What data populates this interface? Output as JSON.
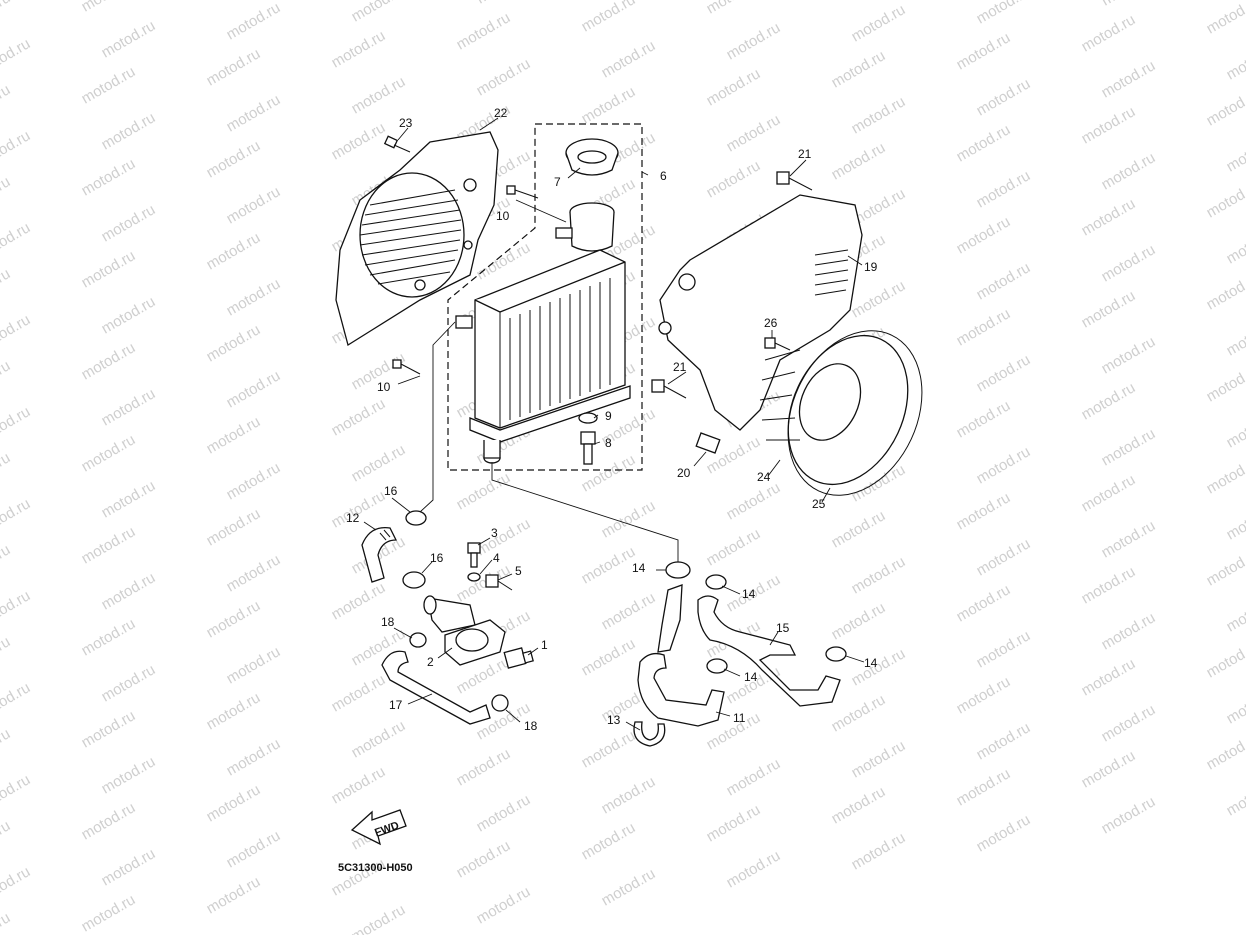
{
  "diagram": {
    "watermark_text": "motod.ru",
    "part_code": "5C31300-H050",
    "fwd_label": "FWD",
    "callouts": [
      {
        "id": "1",
        "text": "1"
      },
      {
        "id": "2",
        "text": "2"
      },
      {
        "id": "3",
        "text": "3"
      },
      {
        "id": "4",
        "text": "4"
      },
      {
        "id": "5",
        "text": "5"
      },
      {
        "id": "6",
        "text": "6"
      },
      {
        "id": "7",
        "text": "7"
      },
      {
        "id": "8",
        "text": "8"
      },
      {
        "id": "9",
        "text": "9"
      },
      {
        "id": "10a",
        "text": "10"
      },
      {
        "id": "10b",
        "text": "10"
      },
      {
        "id": "11",
        "text": "11"
      },
      {
        "id": "12",
        "text": "12"
      },
      {
        "id": "13",
        "text": "13"
      },
      {
        "id": "14a",
        "text": "14"
      },
      {
        "id": "14b",
        "text": "14"
      },
      {
        "id": "14c",
        "text": "14"
      },
      {
        "id": "14d",
        "text": "14"
      },
      {
        "id": "15",
        "text": "15"
      },
      {
        "id": "16a",
        "text": "16"
      },
      {
        "id": "16b",
        "text": "16"
      },
      {
        "id": "17",
        "text": "17"
      },
      {
        "id": "18a",
        "text": "18"
      },
      {
        "id": "18b",
        "text": "18"
      },
      {
        "id": "19",
        "text": "19"
      },
      {
        "id": "20",
        "text": "20"
      },
      {
        "id": "21a",
        "text": "21"
      },
      {
        "id": "21b",
        "text": "21"
      },
      {
        "id": "22",
        "text": "22"
      },
      {
        "id": "23",
        "text": "23"
      },
      {
        "id": "24",
        "text": "24"
      },
      {
        "id": "25",
        "text": "25"
      },
      {
        "id": "26",
        "text": "26"
      }
    ]
  }
}
